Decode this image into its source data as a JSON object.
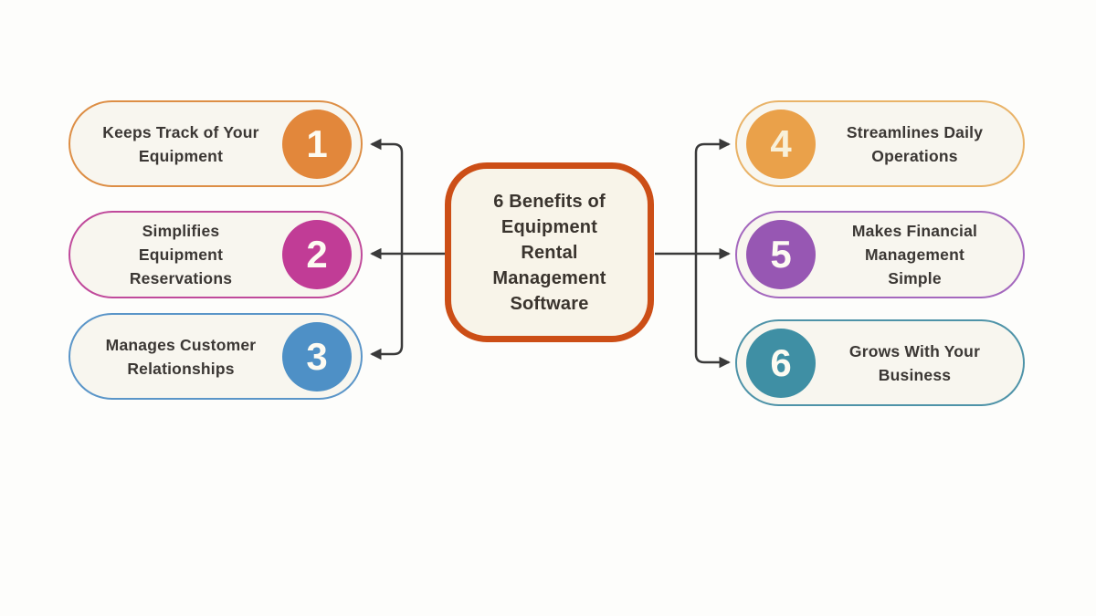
{
  "canvas": {
    "background": "#FDFDFB"
  },
  "center": {
    "title": "6 Benefits of Equipment Rental Management Software",
    "title_lines": [
      "6 Benefits of",
      "Equipment",
      "Rental",
      "Management",
      "Software"
    ],
    "border_color": "#CC4E16",
    "fill": "#F8F4E9"
  },
  "connector_color": "#3A3A3A",
  "benefits": [
    {
      "number": "1",
      "label": "Keeps Track of Your\nEquipment",
      "side": "left",
      "circle_color": "#E2873B",
      "border_color": "#DD8E45",
      "number_color": "#FDFBF2"
    },
    {
      "number": "2",
      "label": "Simplifies\nEquipment\nReservations",
      "side": "left",
      "circle_color": "#C13C96",
      "border_color": "#C04A9B",
      "number_color": "#FDFBF2"
    },
    {
      "number": "3",
      "label": "Manages Customer\nRelationships",
      "side": "left",
      "circle_color": "#4E90C6",
      "border_color": "#5A95C8",
      "number_color": "#FDFBF2"
    },
    {
      "number": "4",
      "label": "Streamlines Daily\nOperations",
      "side": "right",
      "circle_color": "#EAA14A",
      "border_color": "#E9B368",
      "number_color": "#F8F0D9"
    },
    {
      "number": "5",
      "label": "Makes Financial\nManagement\nSimple",
      "side": "right",
      "circle_color": "#9757B3",
      "border_color": "#A468BE",
      "number_color": "#FDFBF2"
    },
    {
      "number": "6",
      "label": "Grows With Your\nBusiness",
      "side": "right",
      "circle_color": "#3F8FA4",
      "border_color": "#4E93A8",
      "number_color": "#FDFBF2"
    }
  ]
}
